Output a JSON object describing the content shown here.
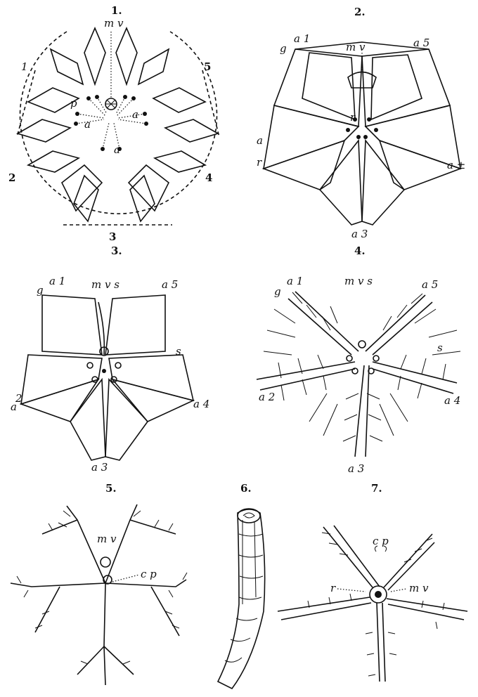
{
  "figures": [
    {
      "number": "1.",
      "labels": [
        "m v",
        "1",
        "5",
        "p",
        "a",
        "a",
        "a",
        "2",
        "4",
        "3"
      ]
    },
    {
      "number": "2.",
      "labels": [
        "a 1",
        "g",
        "m v",
        "a 5",
        "r",
        "a",
        "r",
        "a ±",
        "a 3"
      ]
    },
    {
      "number": "3.",
      "labels": [
        "a 1",
        "g",
        "m v s",
        "a 5",
        "s",
        "2",
        "a",
        "a 4",
        "a 3"
      ]
    },
    {
      "number": "4.",
      "labels": [
        "a 1",
        "g",
        "m v s",
        "a 5",
        "s",
        "a 2",
        "a 4",
        "a 3"
      ]
    },
    {
      "number": "5.",
      "labels": [
        "m v",
        "c p"
      ]
    },
    {
      "number": "6.",
      "labels": []
    },
    {
      "number": "7.",
      "labels": [
        "c p",
        "r",
        "m v"
      ]
    }
  ]
}
